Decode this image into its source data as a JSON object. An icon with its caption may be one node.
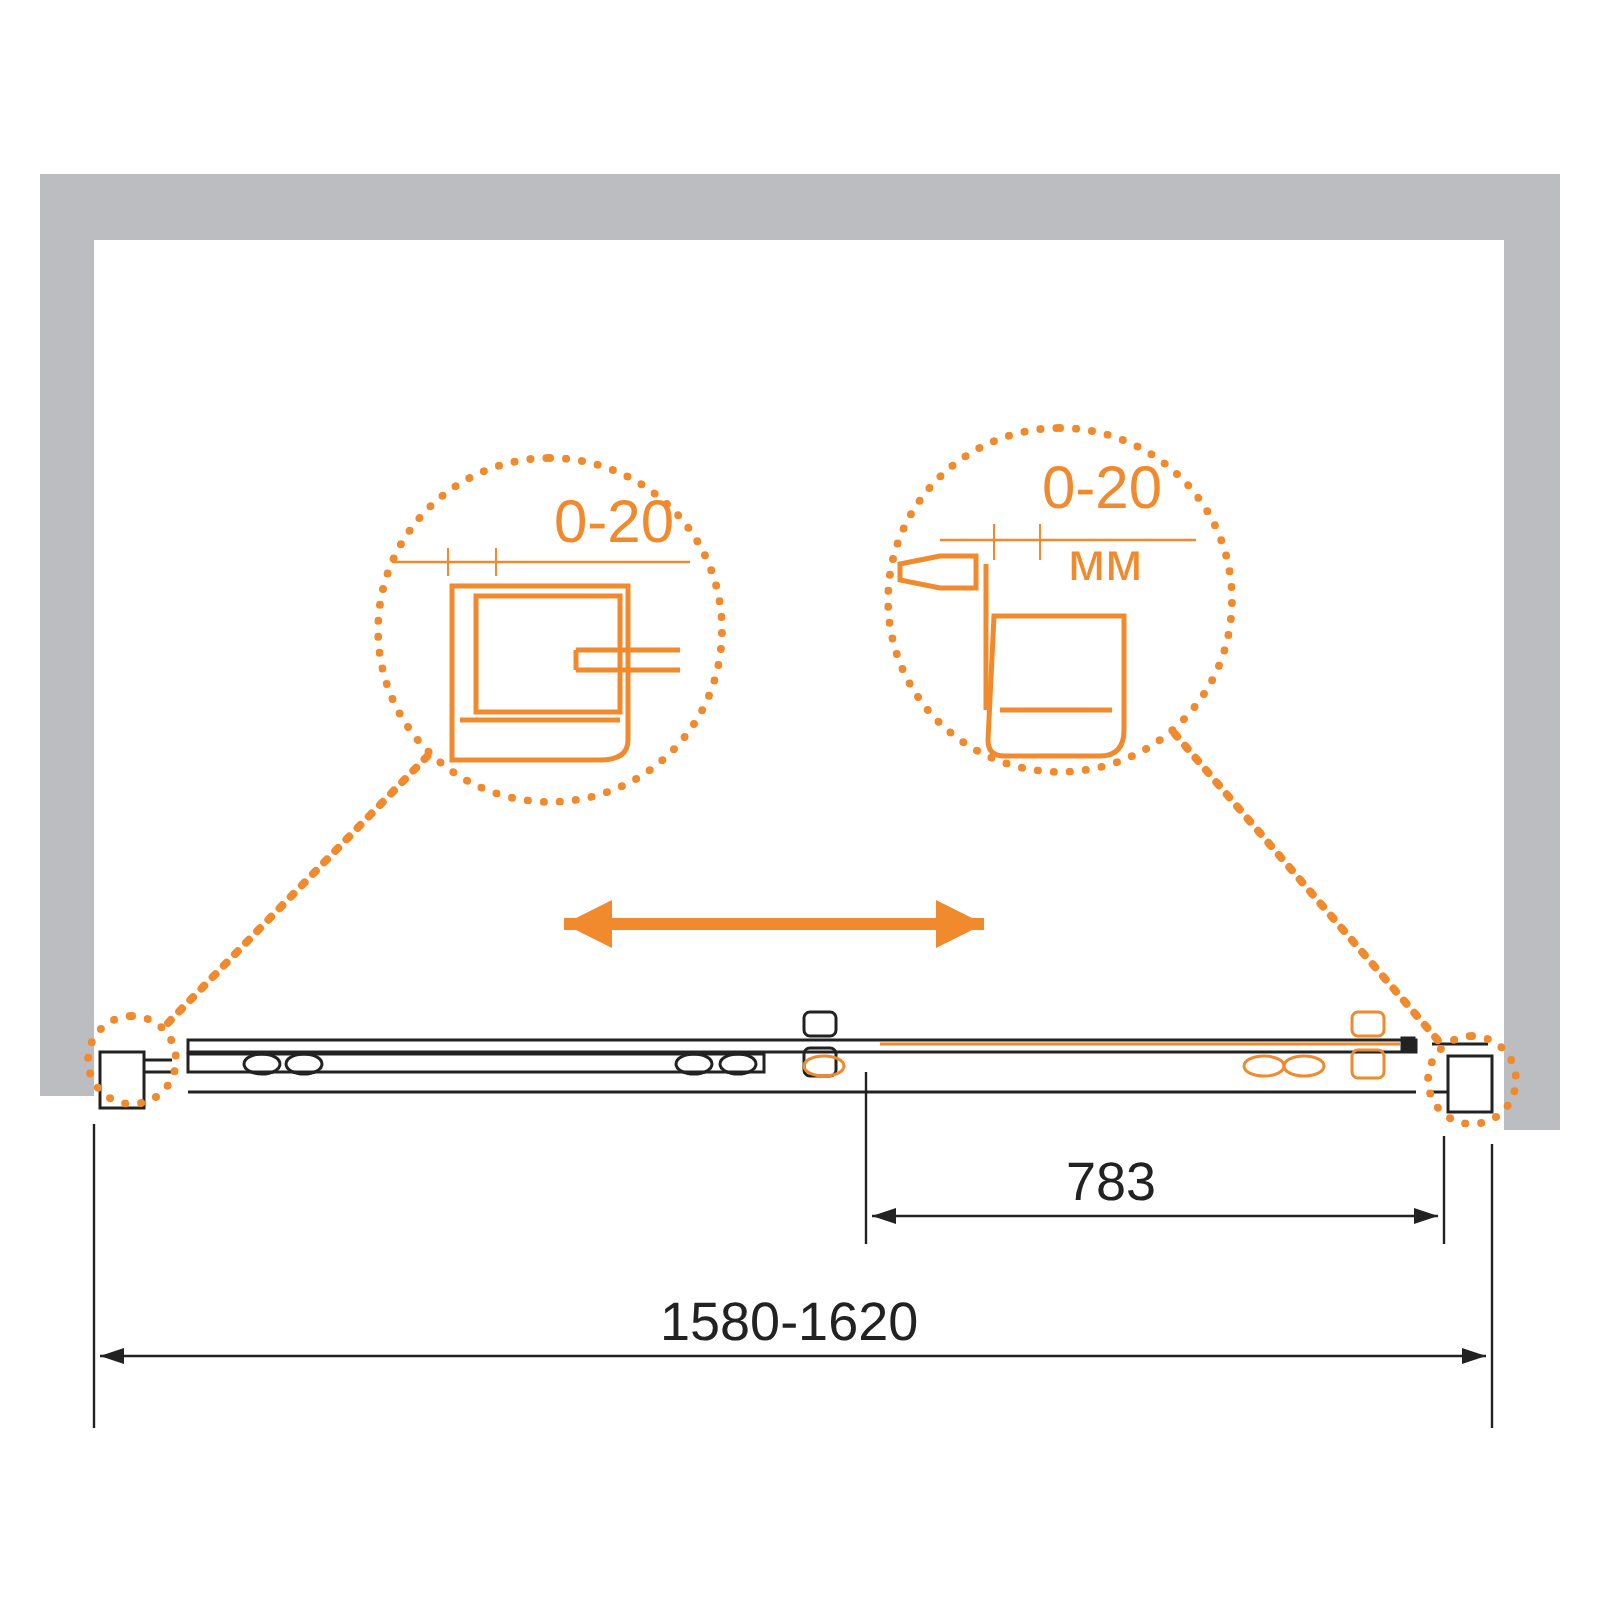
{
  "diagram": {
    "nodes": [
      {
        "text": [
          "0-20"
        ]
      },
      {
        "text": [
          "0-20",
          "мм"
        ]
      },
      {
        "text": [],
        "shape": "circle"
      },
      {
        "text": [],
        "shape": "circle"
      }
    ],
    "edges": [
      {
        "from": 0,
        "to": 2,
        "arrow": "none",
        "style": "dashed"
      },
      {
        "from": 1,
        "to": 3,
        "arrow": "none",
        "style": "dashed"
      }
    ],
    "labels": [
      "783",
      "1580-1620"
    ]
  }
}
